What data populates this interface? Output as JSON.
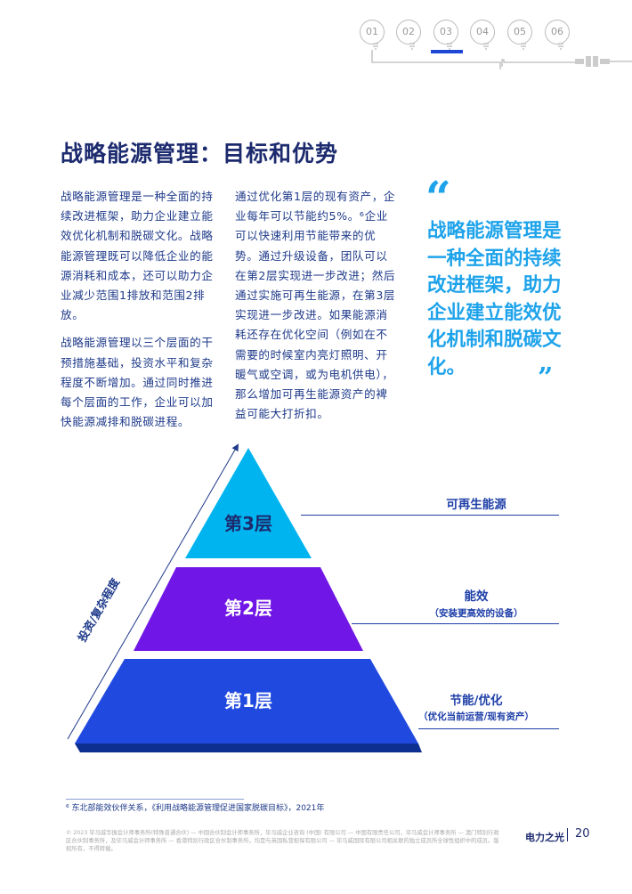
{
  "nav": {
    "chapters": [
      "01",
      "02",
      "03",
      "04",
      "05",
      "06"
    ],
    "active": "03",
    "accent": "#1f47d6"
  },
  "title": "战略能源管理：目标和优势",
  "col1": [
    "战略能源管理是一种全面的持续改进框架，助力企业建立能效优化机制和脱碳文化。战略能源管理既可以降低企业的能源消耗和成本，还可以助力企业减少范围1排放和范围2排放。",
    "战略能源管理以三个层面的干预措施基础，投资水平和复杂程度不断增加。通过同时推进每个层面的工作，企业可以加快能源减排和脱碳进程。"
  ],
  "col2": [
    "通过优化第1层的现有资产，企业每年可以节能约5%。⁶企业可以快速利用节能带来的优势。通过升级设备，团队可以在第2层实现进一步改进；然后通过实施可再生能源，在第3层实现进一步改进。如果能源消耗还存在优化空间（例如在不需要的时候室内亮灯照明、开暖气或空调，或为电机供电），那么增加可再生能源资产的裨益可能大打折扣。"
  ],
  "quote": {
    "open": "“",
    "text": "战略能源管理是一种全面的持续改进框架，助力企业建立能效优化机制和脱碳文化。",
    "close": "”"
  },
  "pyramid": {
    "axis_label": "投资/复杂程度",
    "tiers": [
      {
        "name": "第3层",
        "label": "可再生能源",
        "sub": "",
        "color": "#00b4f0"
      },
      {
        "name": "第2层",
        "label": "能效",
        "sub": "（安装更高效的设备）",
        "color": "#7016e6"
      },
      {
        "name": "第1层",
        "label": "节能/优化",
        "sub": "（优化当前运营/现有资产）",
        "color": "#2049e0"
      }
    ]
  },
  "footnote": "⁶ 东北部能效伙伴关系，《利用战略能源管理促进国家脱碳目标》，2021年",
  "legal": "© 2023 毕马威华振会计师事务所(特殊普通合伙) — 中国合伙制会计师事务所，毕马威企业咨询 (中国) 有限公司 — 中国有限责任公司，毕马威会计师事务所 — 澳门特别行政区合伙制事务所，及毕马威会计师事务所 — 香港特别行政区合伙制事务所，均是与英国私营担保有限公司 — 毕马威国际有限公司相关联的独立成员所全球性组织中的成员。版权所有，不得转载。",
  "brand": "电力之光",
  "page_number": "20"
}
